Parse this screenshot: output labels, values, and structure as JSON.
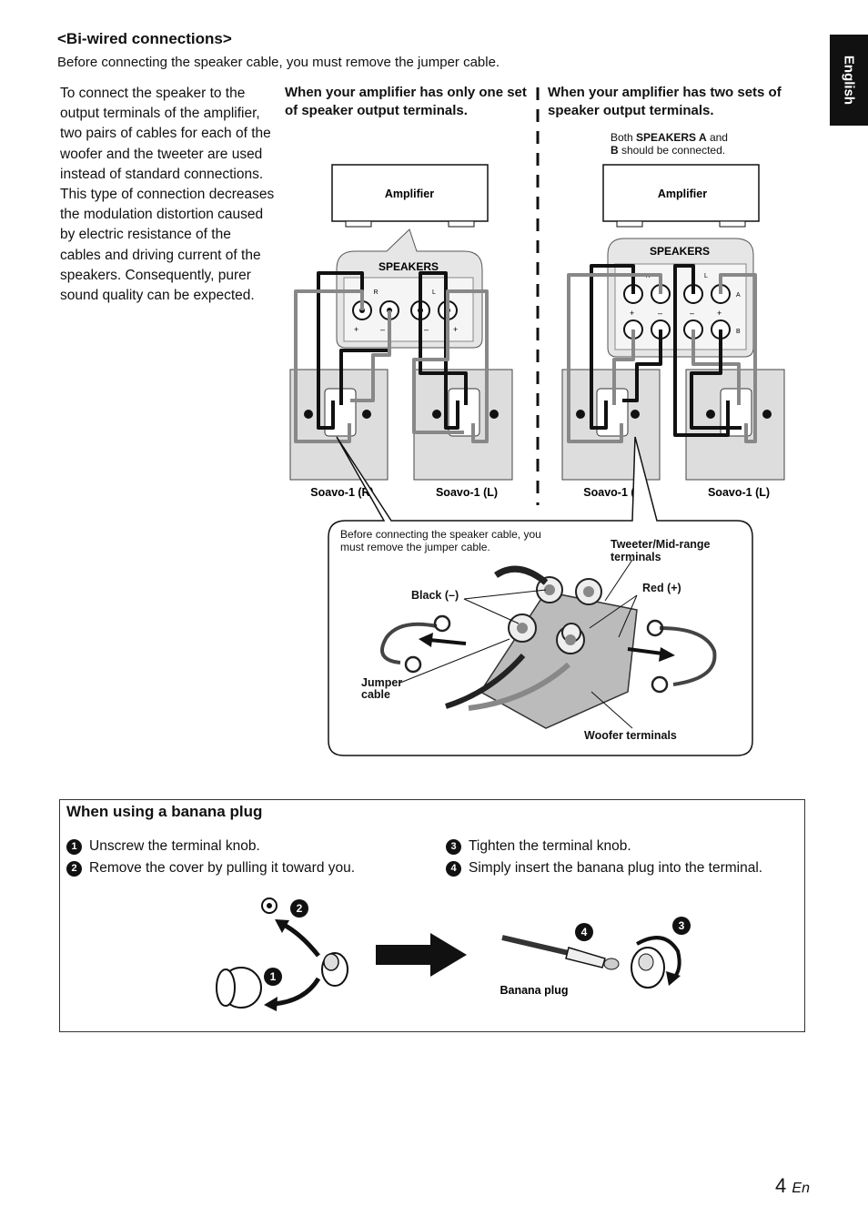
{
  "side_tab": "English",
  "section": {
    "title": "<Bi-wired connections>",
    "intro": "Before connecting the speaker cable, you must remove the jumper cable.",
    "body": "To connect the speaker to the output terminals of the amplifier, two pairs of cables for each of the woofer and the tweeter are used instead of standard connections. This type of connection decreases the modulation distortion caused by electric resistance of the cables and driving current of the speakers. Consequently, purer sound quality can be expected."
  },
  "diagram": {
    "left_heading": "When your amplifier has only one set of speaker output terminals.",
    "right_heading": "When your amplifier has two sets of speaker output terminals.",
    "right_note_pre": "Both ",
    "right_note_bold": "SPEAKERS A",
    "right_note_mid": " and",
    "right_note_b": "B",
    "right_note_post": " should be connected.",
    "amplifier": "Amplifier",
    "speakers": "SPEAKERS",
    "term_r": "R",
    "term_l": "L",
    "term_a": "A",
    "term_b": "B",
    "plus": "+",
    "minus": "–",
    "speaker_r": "Soavo-1 (R)",
    "speaker_l": "Soavo-1 (L)",
    "detail": {
      "note": "Before connecting the speaker cable, you must remove the jumper cable.",
      "tweeter": "Tweeter/Mid-range terminals",
      "black": "Black (–)",
      "red": "Red (+)",
      "jumper": "Jumper cable",
      "woofer": "Woofer terminals"
    }
  },
  "banana": {
    "title": "When using a banana plug",
    "steps": [
      {
        "n": "1",
        "text": "Unscrew the terminal knob."
      },
      {
        "n": "2",
        "text": "Remove the cover by pulling it toward you."
      },
      {
        "n": "3",
        "text": "Tighten the terminal knob."
      },
      {
        "n": "4",
        "text": "Simply insert the banana plug into the terminal."
      }
    ],
    "plug_label": "Banana plug"
  },
  "page": {
    "number": "4",
    "suffix": "En"
  }
}
